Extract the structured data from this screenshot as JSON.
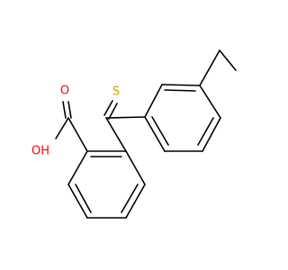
{
  "molecule": {
    "atoms": {
      "sulfur": {
        "label": "S",
        "color": "#c8a000"
      },
      "carbonyl_oxygen": {
        "label": "O",
        "color": "#ff0000"
      },
      "hydroxyl": {
        "label": "OH",
        "color": "#ff0000"
      }
    },
    "bond_color": "#000000"
  }
}
